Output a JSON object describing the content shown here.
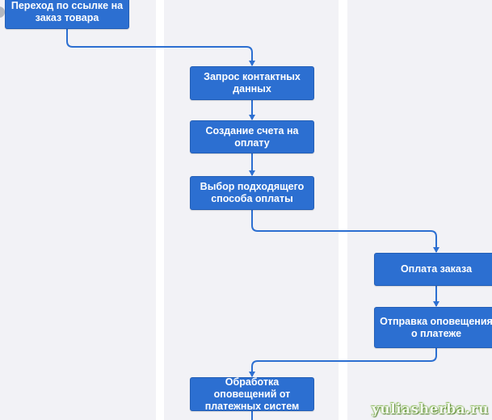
{
  "diagram": {
    "lanes": [
      "lane-1",
      "lane-2",
      "lane-3"
    ],
    "nodes": {
      "n1": "Переход по ссылке на заказ товара",
      "n2": "Запрос контактных данных",
      "n3": "Создание счета на оплату",
      "n4": "Выбор подходящего способа оплаты",
      "n5": "Оплата заказа",
      "n6": "Отправка оповещения о платеже",
      "n7": "Обработка оповещений от платежных систем"
    },
    "edges": [
      [
        "n1",
        "n2"
      ],
      [
        "n2",
        "n3"
      ],
      [
        "n3",
        "n4"
      ],
      [
        "n4",
        "n5"
      ],
      [
        "n5",
        "n6"
      ],
      [
        "n6",
        "n7"
      ]
    ],
    "colors": {
      "node_fill": "#2c6fd1",
      "connector": "#2c6fd1",
      "lane_fill": "#f2f2f6"
    }
  },
  "watermark": "yuliasherba.ru"
}
